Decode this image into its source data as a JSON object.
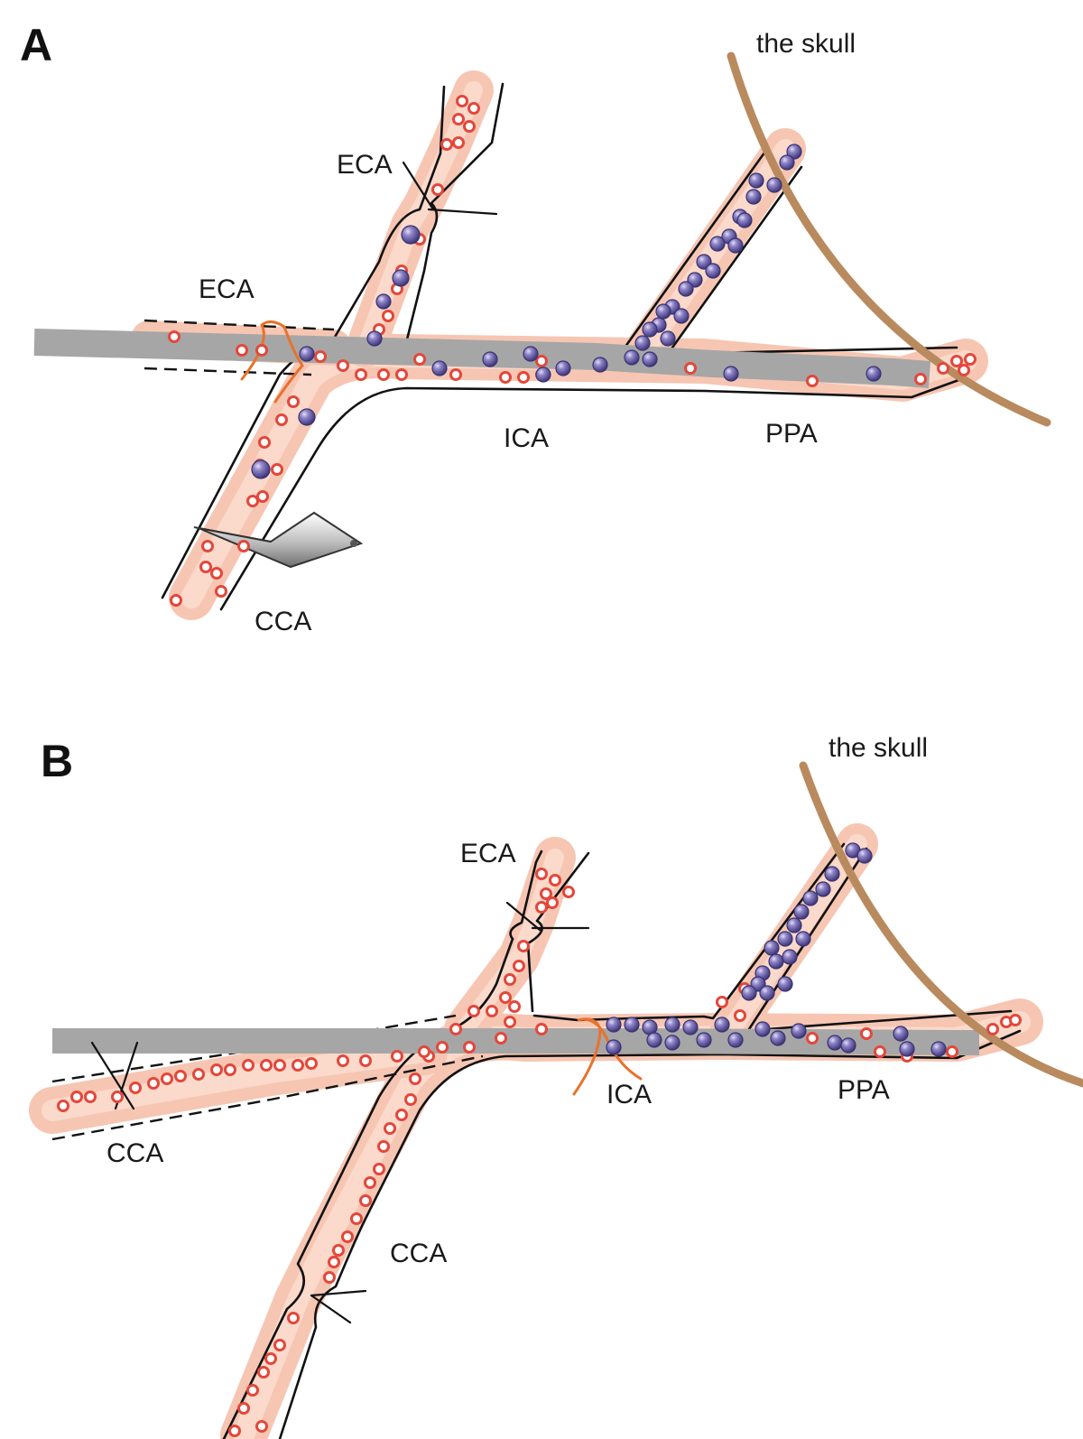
{
  "panels": [
    {
      "letter": "A",
      "labels": {
        "skull": "the skull",
        "eca_top": "ECA",
        "eca_stump": "ECA",
        "ica": "ICA",
        "ppa": "PPA",
        "cca": "CCA"
      }
    },
    {
      "letter": "B",
      "labels": {
        "skull": "the skull",
        "eca_top": "ECA",
        "cca_left": "CCA",
        "ica": "ICA",
        "ppa": "PPA",
        "cca_lower": "CCA"
      }
    }
  ],
  "colors": {
    "vessel_fill": "#f6c6b3",
    "catheter": "#a6a6a6",
    "skull": "#b98a5e",
    "suture": "#e8722d",
    "red_cell": "#e4473a",
    "purple_cell": "#6a5fa8"
  },
  "icons": {
    "red_cell": "red-blood-cell-icon",
    "purple_cell": "microsphere-icon",
    "clip": "vessel-clip-icon"
  }
}
